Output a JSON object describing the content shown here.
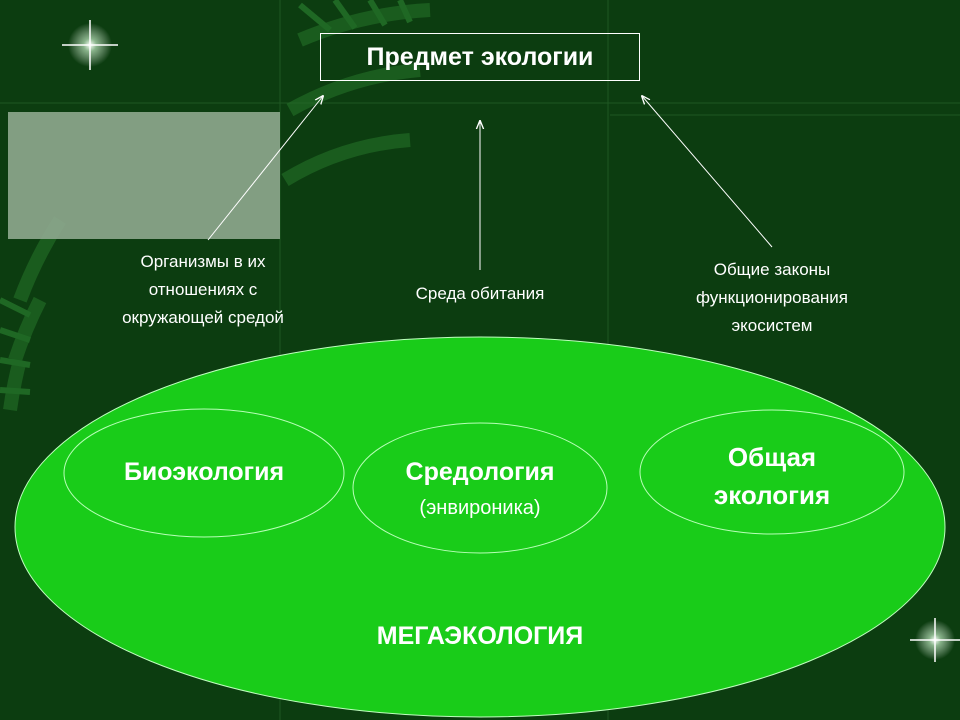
{
  "title": "Предмет экологии",
  "labels": {
    "organisms": [
      "Организмы в их",
      "отношениях с",
      "окружающей средой"
    ],
    "habitat": "Среда обитания",
    "laws": [
      "Общие законы",
      "функционирования",
      "экосистем"
    ]
  },
  "fields": {
    "bioecology": "Биоэкология",
    "sredology": "Средология",
    "sredology_sub": "(энвироника)",
    "general": [
      "Общая",
      "экология"
    ],
    "mega": "МЕГАЭКОЛОГИЯ"
  },
  "colors": {
    "background": "#0c3d10",
    "ellipse_fill": "#19cc19",
    "text": "#ffffff"
  }
}
